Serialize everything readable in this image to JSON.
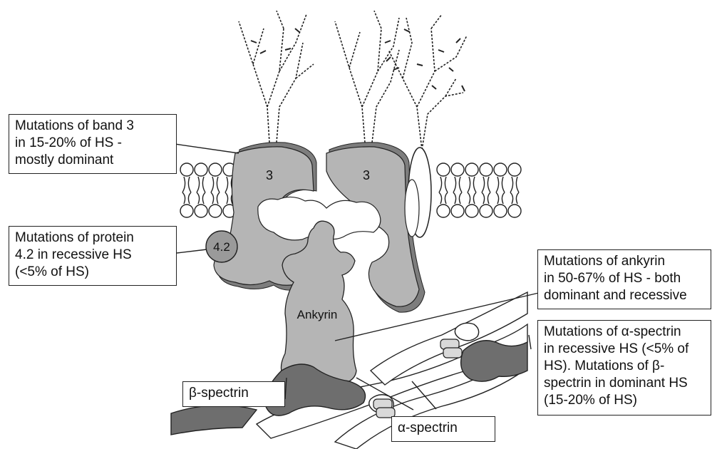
{
  "labels": {
    "band3": "3",
    "protein42": "4.2",
    "ankyrin": "Ankyrin"
  },
  "callouts": {
    "band3": [
      "Mutations of band 3",
      "in 15-20% of HS -",
      "mostly dominant"
    ],
    "protein42": [
      "Mutations of protein",
      "4.2 in recessive HS",
      "(<5% of HS)"
    ],
    "ankyrin": [
      "Mutations of ankyrin",
      "in 50-67% of HS - both",
      "dominant and recessive"
    ],
    "spectrin": [
      "Mutations of α-spectrin",
      "in recessive HS (<5% of",
      "HS). Mutations of β-",
      "spectrin in dominant HS",
      "(15-20% of HS)"
    ],
    "beta_spectrin": "β-spectrin",
    "alpha_spectrin": "α-spectrin"
  },
  "colors": {
    "protein_fill": "#b5b5b5",
    "protein_shadow": "#7d7d7d",
    "spectrin_dark": "#6e6e6e",
    "outline": "#222222"
  }
}
